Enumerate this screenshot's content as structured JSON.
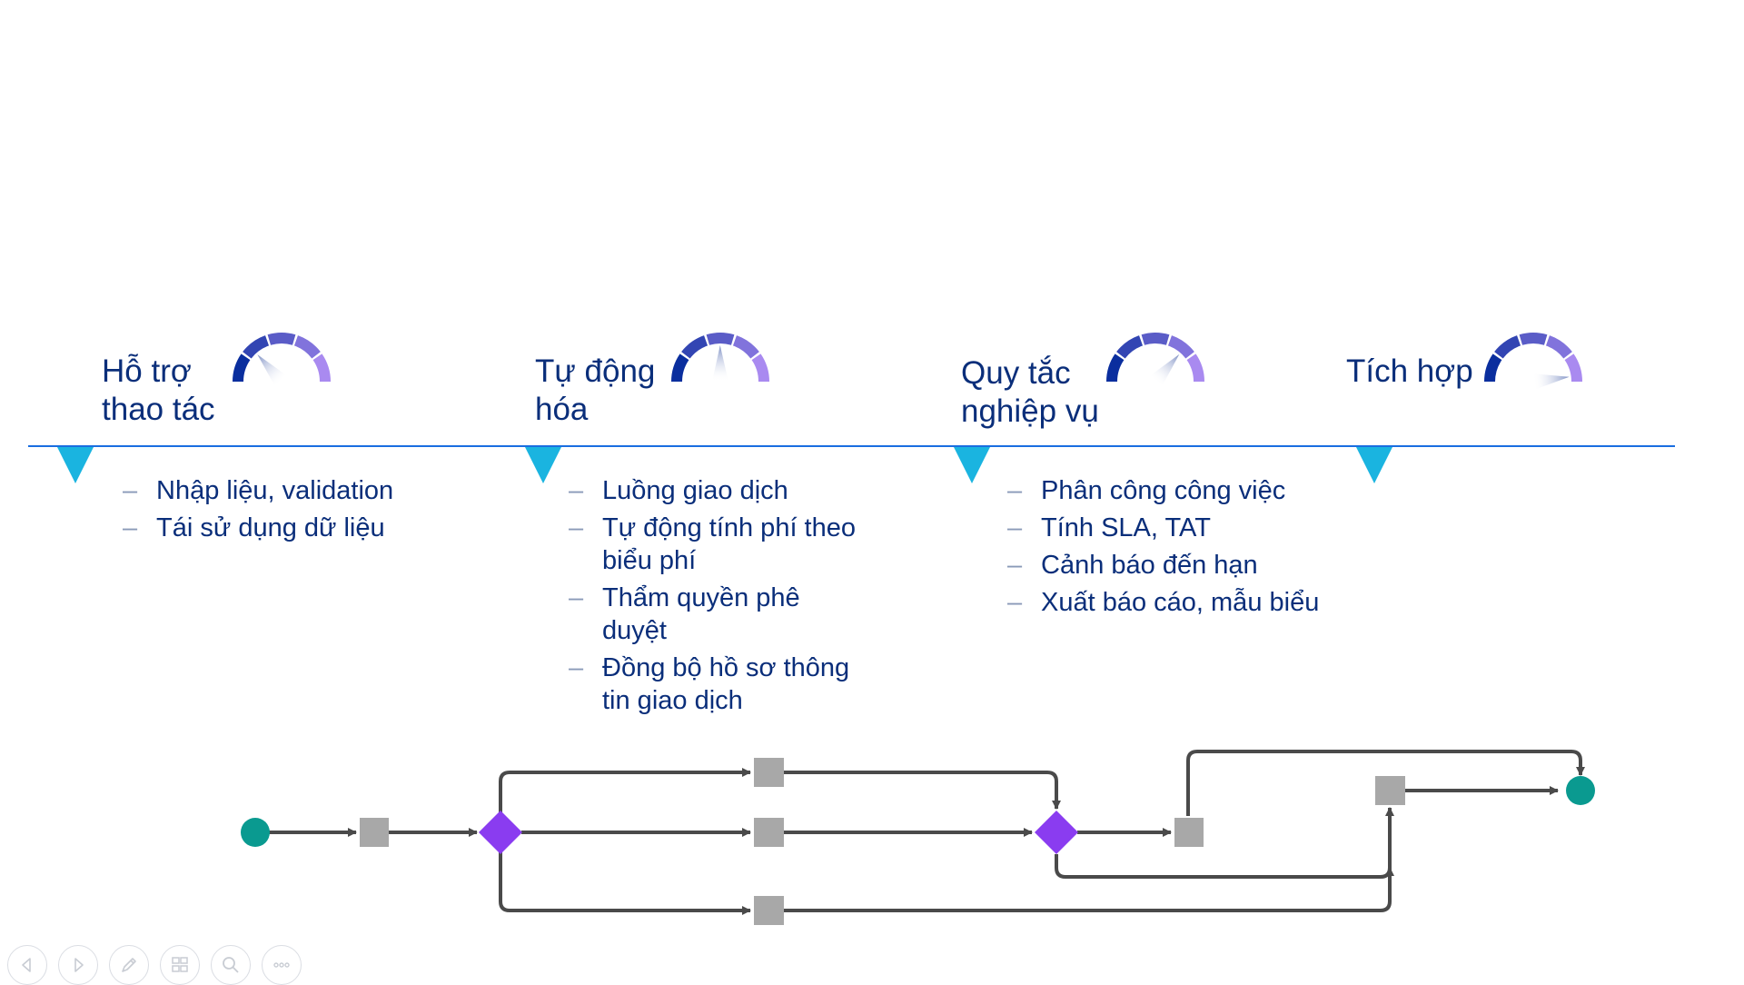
{
  "stages": [
    {
      "title": "Hỗ trợ\nthao tác",
      "gauge_level": 0.25,
      "bullets": [
        "Nhập liệu, validation",
        "Tái sử dụng dữ liệu"
      ]
    },
    {
      "title": "Tự động\nhóa",
      "gauge_level": 0.5,
      "bullets": [
        "Luồng giao dịch",
        "Tự động tính phí theo\nbiểu phí",
        "Thẩm quyền phê\nduyệt",
        "Đồng bộ hồ sơ thông\ntin giao dịch"
      ]
    },
    {
      "title": "Quy tắc\nnghiệp vụ",
      "gauge_level": 0.75,
      "bullets": [
        "Phân công công việc",
        "Tính SLA, TAT",
        "Cảnh báo đến hạn",
        "Xuất báo cáo, mẫu biểu"
      ]
    },
    {
      "title": "Tích hợp",
      "gauge_level": 1.0,
      "bullets": []
    }
  ],
  "colors": {
    "title_text": "#0a2e7a",
    "timeline": "#1a6ee0",
    "marker": "#1ab4e0",
    "gauge_dark": "#0a2e9e",
    "gauge_light": "#a98af0",
    "flow_event": "#0a9a90",
    "flow_task": "#a8a8a8",
    "flow_gateway": "#8a3cf0",
    "flow_line": "#4a4a4a"
  },
  "nav_icons": [
    "previous-icon",
    "next-icon",
    "pen-icon",
    "slides-grid-icon",
    "zoom-icon",
    "more-icon"
  ]
}
